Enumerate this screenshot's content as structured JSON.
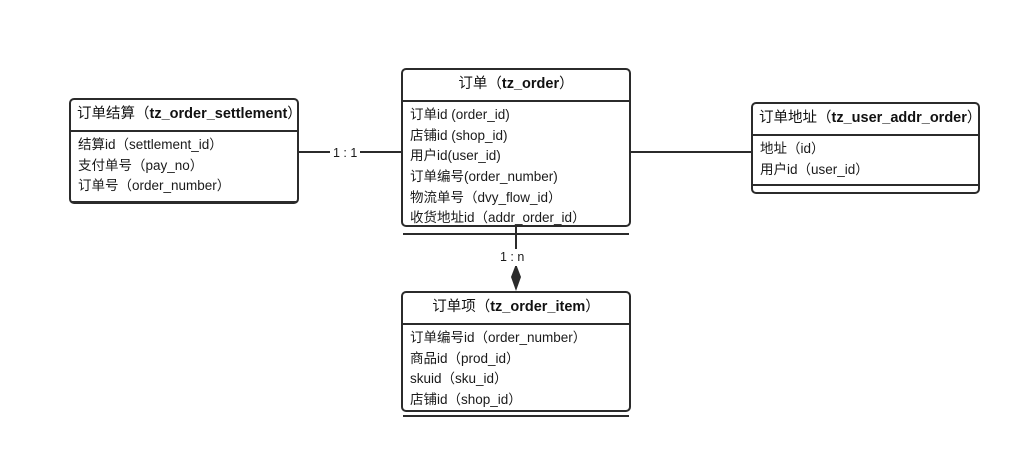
{
  "diagram": {
    "type": "entity-relationship-diagram",
    "entities": [
      {
        "id": "order_settlement",
        "title_cn": "订单结算",
        "title_code": "tz_order_settlement",
        "title_open": "（",
        "title_close": "）",
        "attributes": [
          "结算id（settlement_id）",
          "支付单号（pay_no）",
          "订单号（order_number）"
        ]
      },
      {
        "id": "order",
        "title_cn": "订单",
        "title_code": "tz_order",
        "title_open": "（",
        "title_close": "）",
        "attributes": [
          "订单id (order_id)",
          "店铺id (shop_id)",
          "用户id(user_id)",
          "订单编号(order_number)",
          "物流单号（dvy_flow_id）",
          "收货地址id（addr_order_id）"
        ]
      },
      {
        "id": "user_addr_order",
        "title_cn": "订单地址",
        "title_code": "tz_user_addr_order",
        "title_open": "（",
        "title_close": "）",
        "attributes": [
          "地址（id）",
          "用户id（user_id）"
        ]
      },
      {
        "id": "order_item",
        "title_cn": "订单项",
        "title_code": "tz_order_item",
        "title_open": "（",
        "title_close": "）",
        "attributes": [
          "订单编号id（order_number）",
          "商品id（prod_id）",
          "skuid（sku_id）",
          "店铺id（shop_id）"
        ]
      }
    ],
    "relationships": [
      {
        "id": "settlement-to-order",
        "from": "order_settlement",
        "to": "order",
        "label": "1 : 1",
        "marker": "none"
      },
      {
        "id": "order-to-address",
        "from": "order",
        "to": "user_addr_order",
        "label": "",
        "marker": "none"
      },
      {
        "id": "order-to-order-item",
        "from": "order",
        "to": "order_item",
        "label": "1 : n",
        "marker": "filled-diamond"
      }
    ],
    "colors": {
      "stroke": "#2b2b2b",
      "text": "#1a1a1a",
      "background": "#ffffff"
    }
  }
}
